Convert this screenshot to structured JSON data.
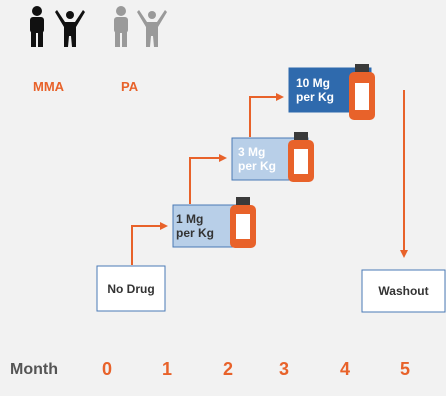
{
  "colors": {
    "orange": "#e8622a",
    "dark_blue": "#2f6aad",
    "light_blue": "#b8cfe8",
    "box_border": "#4a7ab5",
    "person_active": "#111111",
    "person_inactive": "#9a9a9a",
    "cap": "#3a3a3a"
  },
  "groups": [
    {
      "label": "MMA",
      "icon": "parent-child-icon",
      "state": "active"
    },
    {
      "label": "PA",
      "icon": "parent-child-icon",
      "state": "inactive"
    }
  ],
  "stages": [
    {
      "label": "No Drug",
      "fill": "white",
      "bottle": false
    },
    {
      "label": "1 Mg\nper Kg",
      "fill": "light",
      "bottle": true
    },
    {
      "label": "3 Mg\nper Kg",
      "fill": "light",
      "bottle": true
    },
    {
      "label": "10 Mg\nper Kg",
      "fill": "dark",
      "bottle": true
    },
    {
      "label": "Washout",
      "fill": "white",
      "bottle": false
    }
  ],
  "timeline": {
    "label": "Month",
    "months": [
      "0",
      "1",
      "2",
      "3",
      "4",
      "5"
    ]
  }
}
